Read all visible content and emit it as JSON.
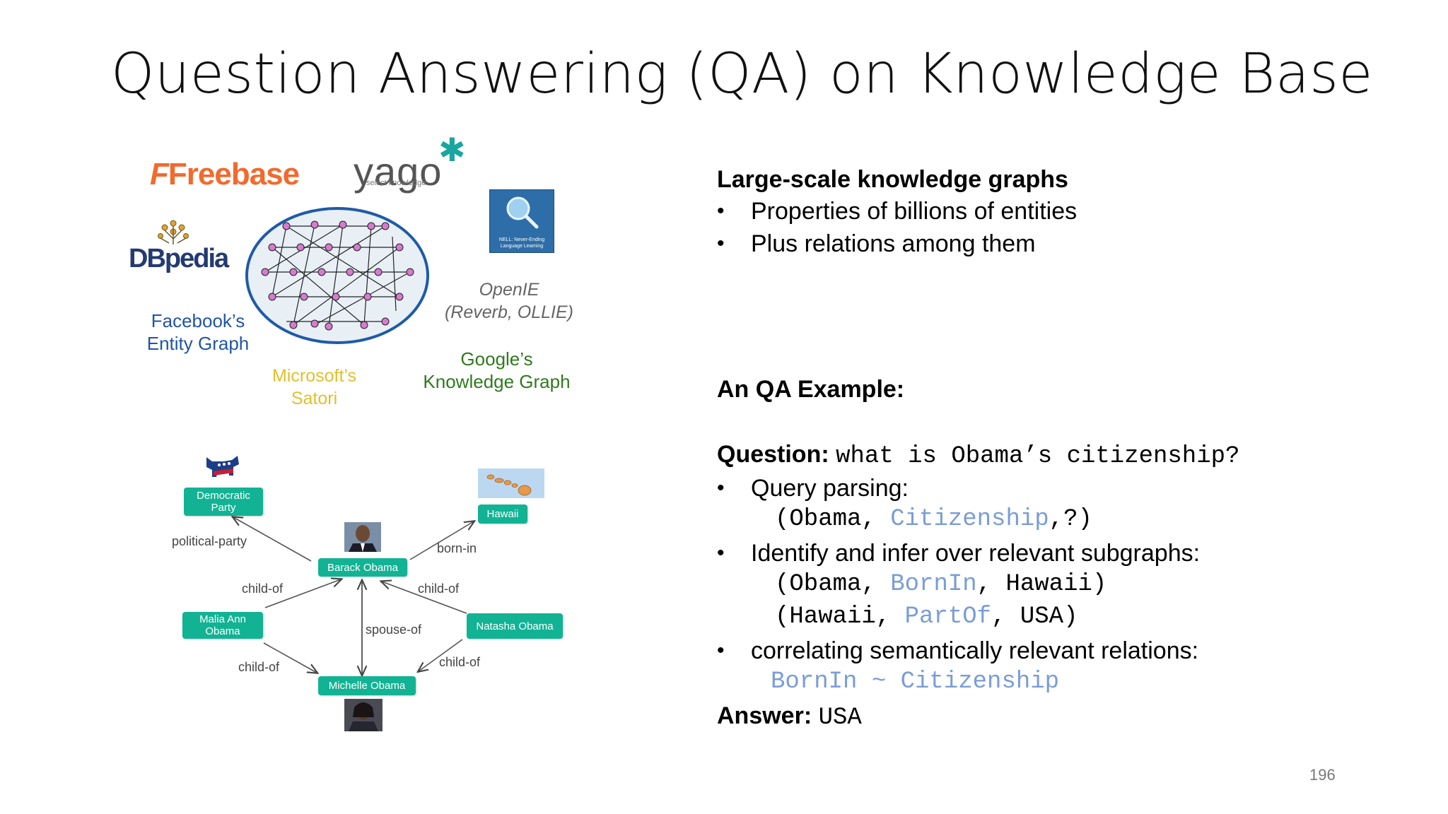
{
  "slide": {
    "title": "Question Answering (QA) on Knowledge Base",
    "page_number": "196"
  },
  "kb_collage": {
    "freebase": "Freebase",
    "yago": "yago",
    "yago_sub": "select knowledge",
    "dbpedia": "DBpedia",
    "nell": "NELL: Never-Ending Language Learning",
    "facebook": [
      "Facebook’s",
      "Entity Graph"
    ],
    "openie": [
      "OpenIE",
      "(Reverb, OLLIE)"
    ],
    "microsoft": [
      "Microsoft’s",
      "Satori"
    ],
    "google": [
      "Google’s",
      "Knowledge Graph"
    ]
  },
  "entity_graph": {
    "nodes": {
      "democratic": [
        "Democratic",
        "Party"
      ],
      "hawaii": "Hawaii",
      "barack": "Barack Obama",
      "malia": [
        "Malia Ann",
        "Obama"
      ],
      "natasha": "Natasha Obama",
      "michelle": "Michelle Obama"
    },
    "edges": {
      "political_party": "political-party",
      "born_in": "born-in",
      "child_of_1": "child-of",
      "child_of_2": "child-of",
      "spouse_of": "spouse-of",
      "child_of_3": "child-of",
      "child_of_4": "child-of"
    }
  },
  "right": {
    "heading": "Large-scale knowledge graphs",
    "bullets": [
      "Properties of billions of entities",
      "Plus relations among them"
    ],
    "qa_heading": "An QA Example:",
    "question_label": "Question:",
    "question_text": "what is Obama’s citizenship?",
    "bullet_query": "Query parsing:",
    "query_open": "(Obama, ",
    "query_rel": "Citizenship",
    "query_close": ",?)",
    "bullet_infer": "Identify and infer over relevant subgraphs:",
    "triple1_open": "(Obama, ",
    "triple1_rel": "BornIn",
    "triple1_close": ", Hawaii)",
    "triple2_open": "(Hawaii, ",
    "triple2_rel": "PartOf",
    "triple2_close": ", USA)",
    "bullet_correlate": "correlating semantically relevant relations:",
    "correlate": "BornIn ~ Citizenship",
    "answer_label": "Answer:",
    "answer_text": "USA"
  },
  "colors": {
    "node": "#12b394",
    "relation": "#7a9dd6",
    "freebase": "#f26a2e",
    "facebook": "#2155a5"
  }
}
